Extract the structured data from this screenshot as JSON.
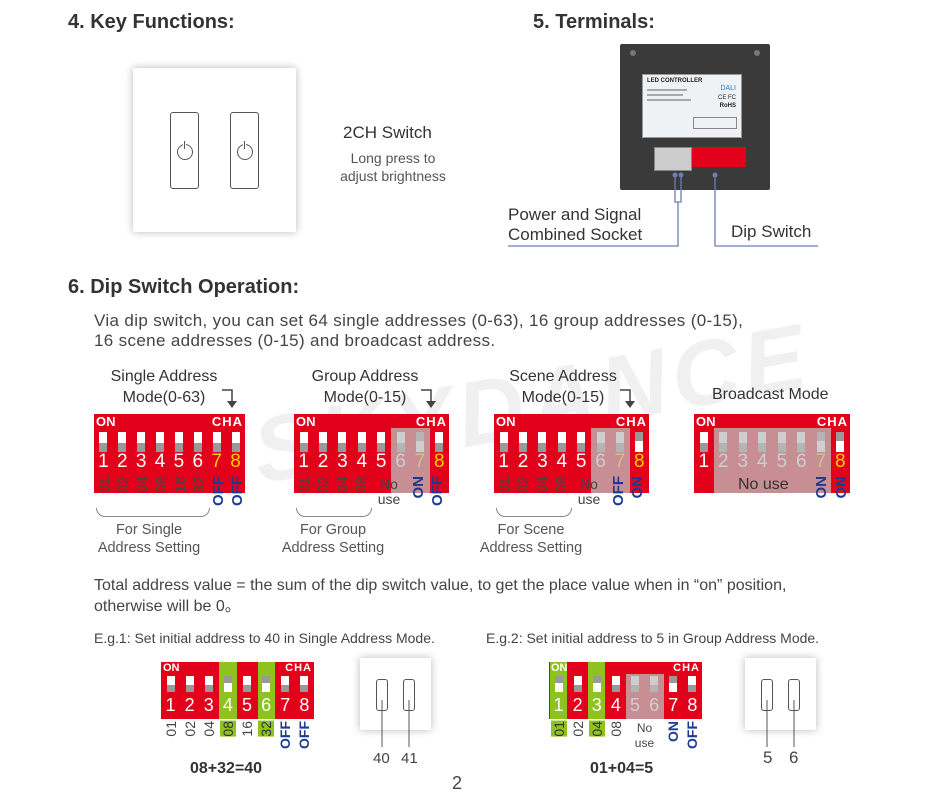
{
  "key_functions": {
    "heading": "4. Key Functions:",
    "title": "2CH Switch",
    "desc_line1": "Long press to",
    "desc_line2": "adjust brightness"
  },
  "terminals": {
    "heading": "5. Terminals:",
    "device_title": "LED CONTROLLER",
    "device_brand": "DALI",
    "device_cert": "CE FC",
    "device_rohs": "RoHS",
    "label_socket_line1": "Power and Signal",
    "label_socket_line2": "Combined Socket",
    "label_dip": "Dip Switch"
  },
  "dip": {
    "heading": "6. Dip Switch Operation:",
    "intro_line1": "Via dip switch, you can set 64 single addresses (0-63), 16 group addresses (0-15),",
    "intro_line2": "16 scene addresses (0-15) and broadcast address.",
    "on": "ON",
    "cha": "CHA",
    "modes": [
      {
        "title1": "Single Address",
        "title2": "Mode(0-63)",
        "labels": [
          "01",
          "02",
          "04",
          "08",
          "16",
          "32",
          "OFF",
          "OFF"
        ],
        "foot1": "For Single",
        "foot2": "Address Setting"
      },
      {
        "title1": "Group Address",
        "title2": "Mode(0-15)",
        "labels": [
          "01",
          "02",
          "04",
          "08",
          "No",
          "use",
          "ON",
          "OFF"
        ],
        "foot1": "For Group",
        "foot2": "Address Setting"
      },
      {
        "title1": "Scene Address",
        "title2": "Mode(0-15)",
        "labels": [
          "01",
          "02",
          "04",
          "08",
          "No",
          "use",
          "OFF",
          "ON"
        ],
        "foot1": "For Scene",
        "foot2": "Address Setting"
      },
      {
        "title1": "Broadcast Mode",
        "nouse": "No use",
        "labels": [
          "ON",
          "ON"
        ]
      }
    ],
    "numbers": [
      "1",
      "2",
      "3",
      "4",
      "5",
      "6",
      "7",
      "8"
    ],
    "total_line1": "Total address value = the sum of the dip switch value, to get the place value when in “on” position,",
    "total_line2": "otherwise will be 0。",
    "eg1": "E.g.1: Set initial address to 40 in Single Address Mode.",
    "eg2": "E.g.2: Set initial address to 5 in Group Address Mode.",
    "eg1_labels": [
      "01",
      "02",
      "04",
      "08",
      "16",
      "32",
      "OFF",
      "OFF"
    ],
    "eg1_sum": "08+32=40",
    "eg1_keys": [
      "40",
      "41"
    ],
    "eg2_labels": [
      "01",
      "02",
      "04",
      "08",
      "No",
      "use",
      "ON",
      "OFF"
    ],
    "eg2_sum": "01+04=5",
    "eg2_keys": [
      "5",
      "6"
    ],
    "page": "2",
    "watermark": "SKYDANCE"
  }
}
